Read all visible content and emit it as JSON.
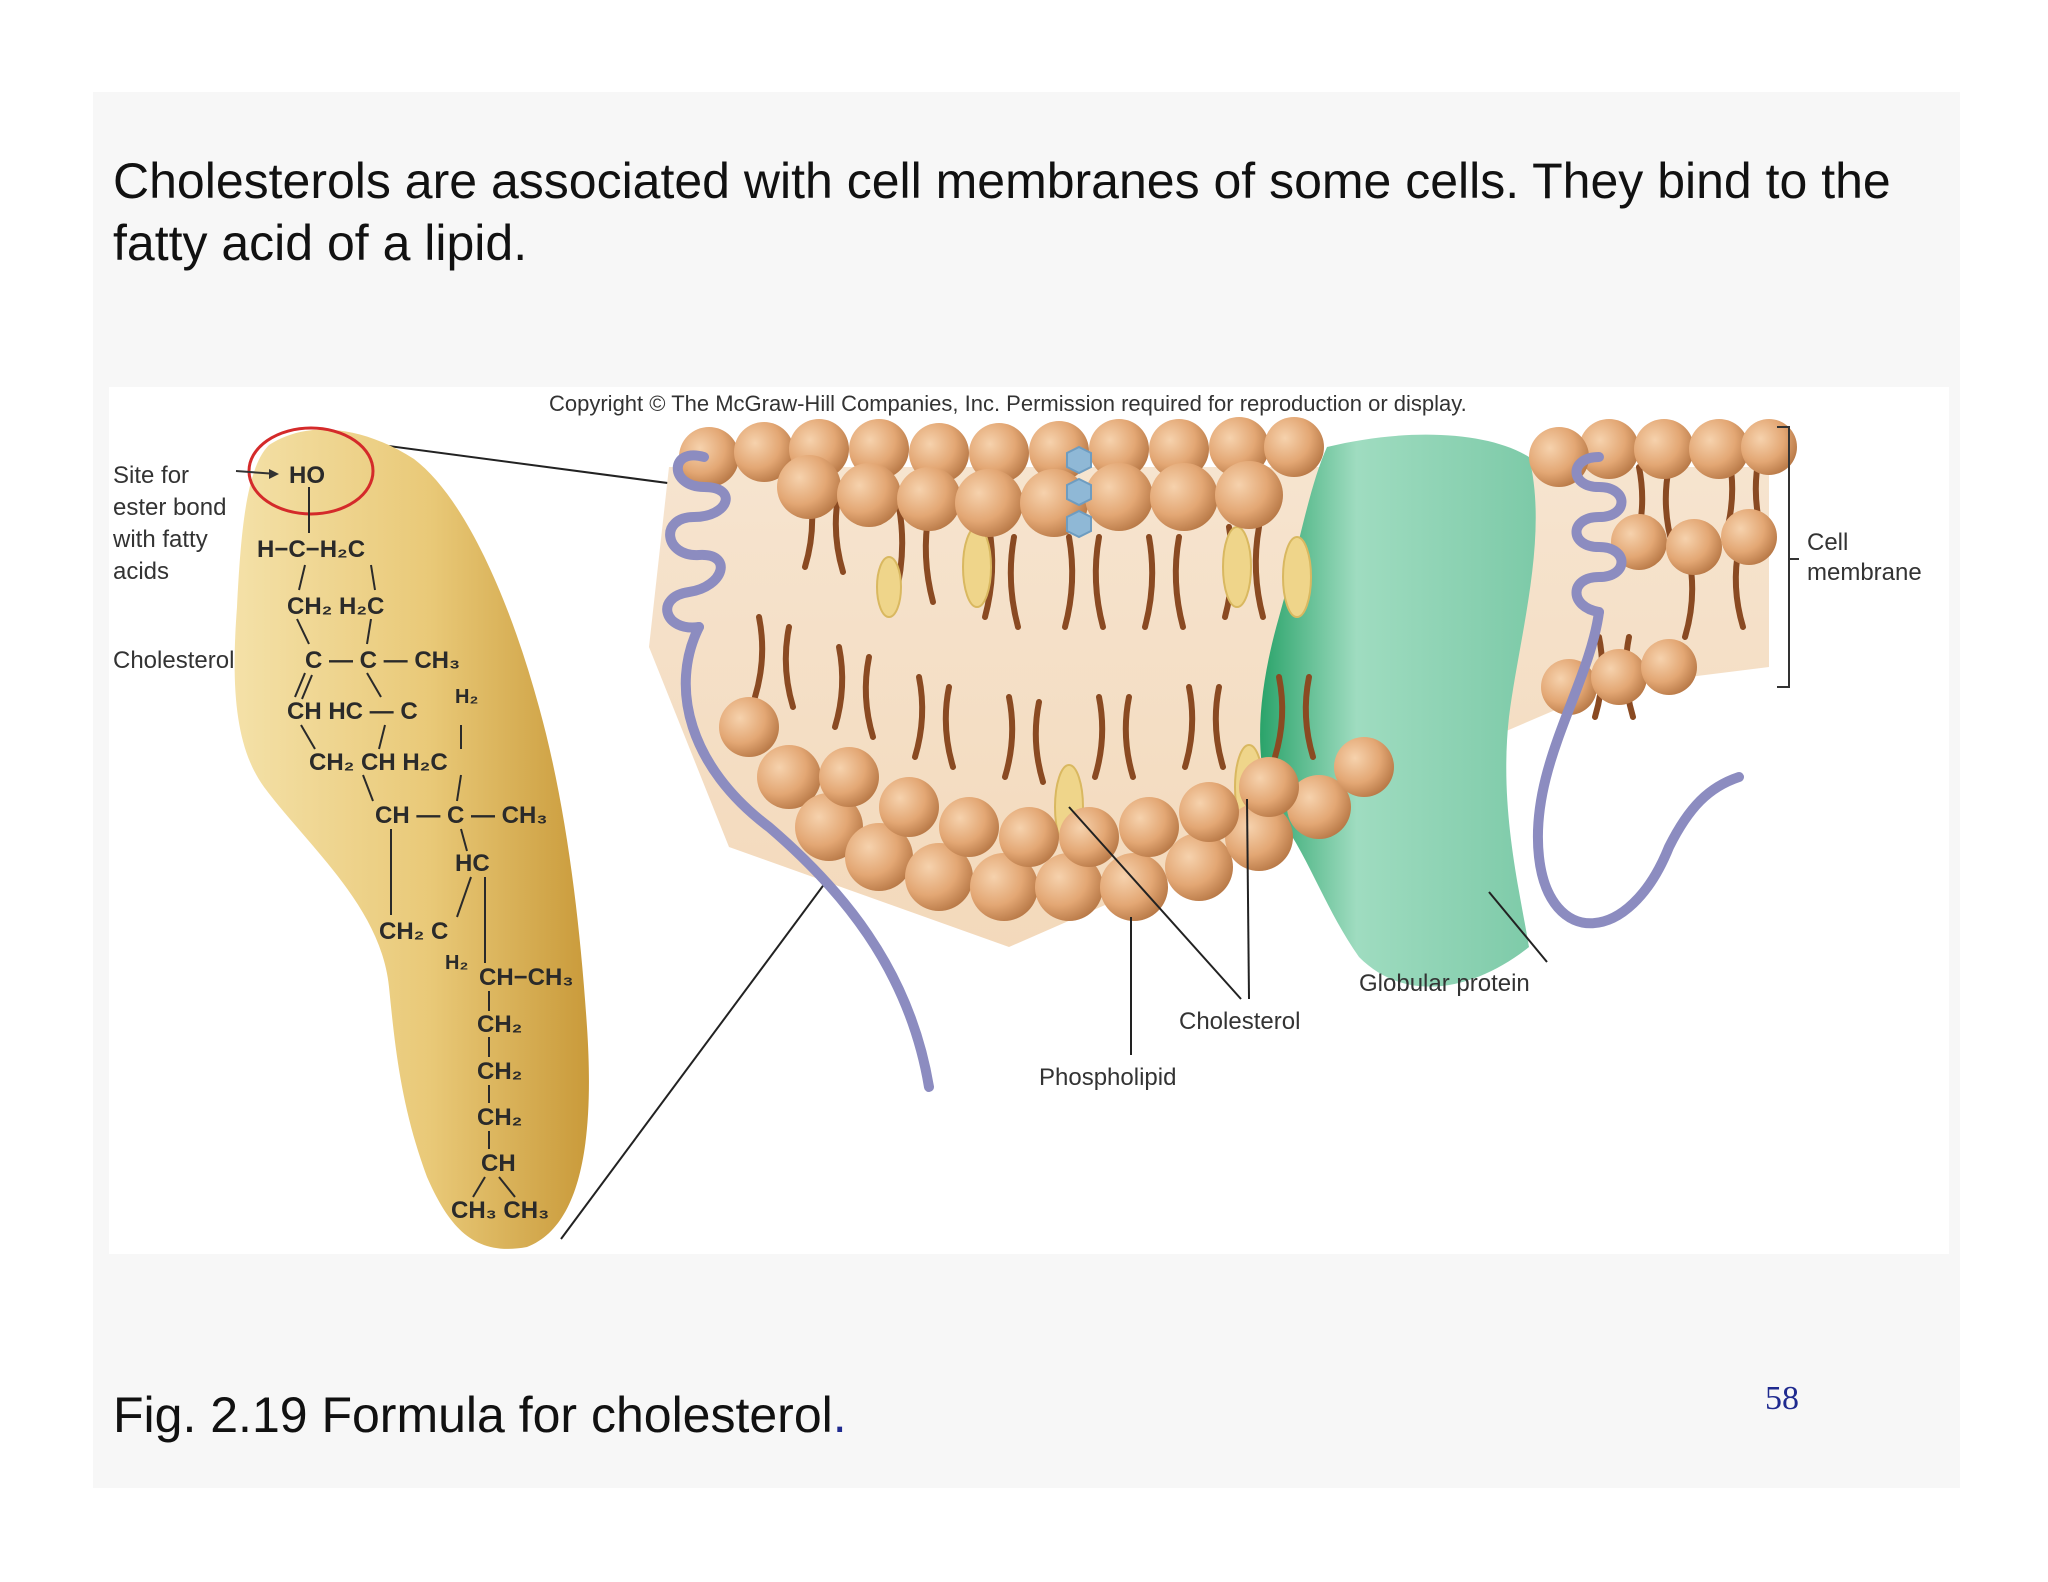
{
  "heading": "Cholesterols are associated with cell membranes of some cells.  They bind to the fatty acid of a lipid.",
  "figure": {
    "copyright": "Copyright © The McGraw-Hill Companies, Inc. Permission required for reproduction or display.",
    "labels": {
      "site_line1": "Site for",
      "site_line2": "ester bond",
      "site_line3": "with fatty",
      "site_line4": "acids",
      "cholesterol_left": "Cholesterol",
      "cell_membrane_line1": "Cell",
      "cell_membrane_line2": "membrane",
      "globular_protein": "Globular protein",
      "cholesterol_bottom": "Cholesterol",
      "phospholipid": "Phospholipid"
    },
    "formula": {
      "ho": "HO",
      "r1": "H−C−H₂C",
      "r2": "CH₂  H₂C",
      "r3": "C — C — CH₃",
      "r4a": "H₂",
      "r4": "CH     HC — C",
      "r5": "CH₂ CH   H₂C",
      "r6": "CH — C — CH₃",
      "r7": "HC",
      "r8": "CH₂  C",
      "r8b": "H₂",
      "r9": "CH−CH₃",
      "r10": "CH₂",
      "r11": "CH₂",
      "r12": "CH₂",
      "r13": "CH",
      "r14": "CH₃ CH₃"
    },
    "colors": {
      "highlight_circle": "#d42a2a",
      "cholesterol_body": "#e8c976",
      "phospholipid_head": "#e3a774",
      "fatty_tail": "#8a4a22",
      "protein": "#98d8b8",
      "helix": "#8c8cc0"
    }
  },
  "caption_text": "Fig. 2.19 Formula for cholesterol",
  "caption_dot": ".",
  "page_number": "58"
}
